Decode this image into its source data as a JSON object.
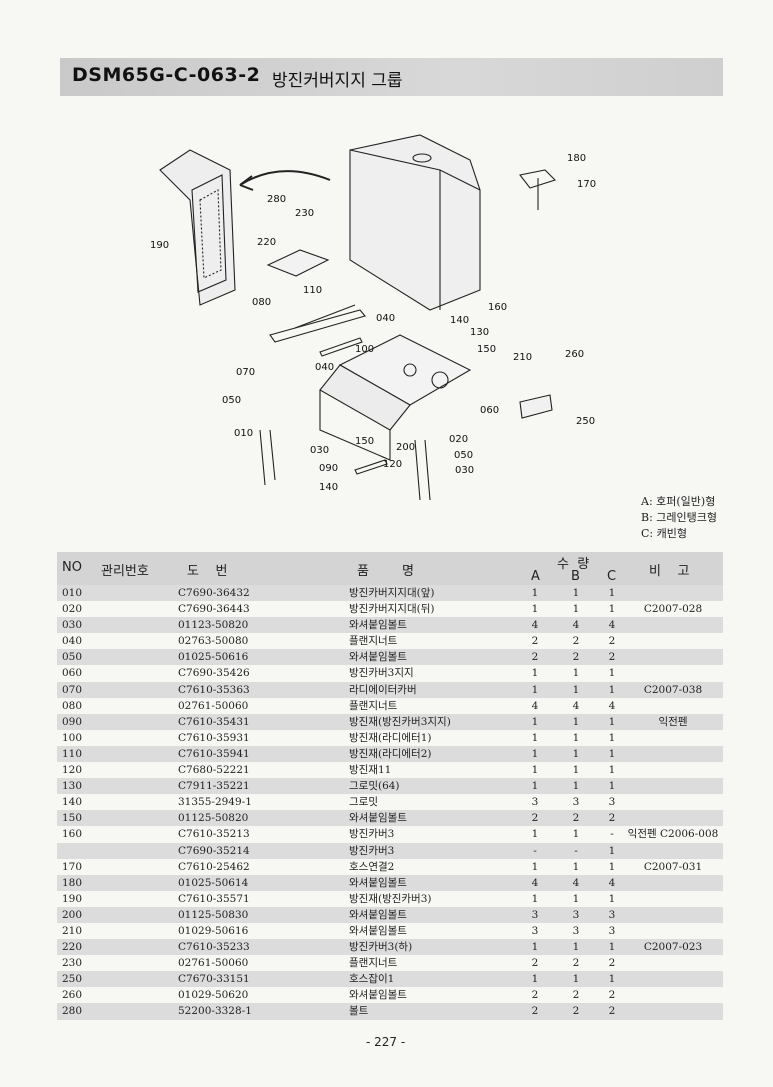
{
  "header": {
    "code": "DSM65G-C-063-2",
    "title": "방진커버지지 그룹"
  },
  "legend": [
    "A: 호퍼(일반)형",
    "B: 그레인탱크형",
    "C: 캐빈형"
  ],
  "table": {
    "headers": {
      "no": "NO",
      "mgmt": "관리번호",
      "part_no": "도    번",
      "name": "품        명",
      "qty": "수  량",
      "a": "A",
      "b": "B",
      "c": "C",
      "remarks": "비    고"
    },
    "rows": [
      {
        "no": "010",
        "part": "C7690-36432",
        "name": "방진카버지지대(앞)",
        "a": "1",
        "b": "1",
        "c": "1",
        "rem": ""
      },
      {
        "no": "020",
        "part": "C7690-36443",
        "name": "방진카버지지대(뒤)",
        "a": "1",
        "b": "1",
        "c": "1",
        "rem": "C2007-028"
      },
      {
        "no": "030",
        "part": "01123-50820",
        "name": "와셔붙임볼트",
        "a": "4",
        "b": "4",
        "c": "4",
        "rem": ""
      },
      {
        "no": "040",
        "part": "02763-50080",
        "name": "플랜지너트",
        "a": "2",
        "b": "2",
        "c": "2",
        "rem": ""
      },
      {
        "no": "050",
        "part": "01025-50616",
        "name": "와셔붙임볼트",
        "a": "2",
        "b": "2",
        "c": "2",
        "rem": ""
      },
      {
        "no": "060",
        "part": "C7690-35426",
        "name": "방진카버3지지",
        "a": "1",
        "b": "1",
        "c": "1",
        "rem": ""
      },
      {
        "no": "070",
        "part": "C7610-35363",
        "name": "라디에이터카버",
        "a": "1",
        "b": "1",
        "c": "1",
        "rem": "C2007-038"
      },
      {
        "no": "080",
        "part": "02761-50060",
        "name": "플랜지너트",
        "a": "4",
        "b": "4",
        "c": "4",
        "rem": ""
      },
      {
        "no": "090",
        "part": "C7610-35431",
        "name": "방진재(방진카버3지지)",
        "a": "1",
        "b": "1",
        "c": "1",
        "rem": "익전펜"
      },
      {
        "no": "100",
        "part": "C7610-35931",
        "name": "방진재(라디에터1)",
        "a": "1",
        "b": "1",
        "c": "1",
        "rem": ""
      },
      {
        "no": "110",
        "part": "C7610-35941",
        "name": "방진재(라디에터2)",
        "a": "1",
        "b": "1",
        "c": "1",
        "rem": ""
      },
      {
        "no": "120",
        "part": "C7680-52221",
        "name": "방진재11",
        "a": "1",
        "b": "1",
        "c": "1",
        "rem": ""
      },
      {
        "no": "130",
        "part": "C7911-35221",
        "name": "그로밋(64)",
        "a": "1",
        "b": "1",
        "c": "1",
        "rem": ""
      },
      {
        "no": "140",
        "part": "31355-2949-1",
        "name": "그로밋",
        "a": "3",
        "b": "3",
        "c": "3",
        "rem": ""
      },
      {
        "no": "150",
        "part": "01125-50820",
        "name": "와셔붙임볼트",
        "a": "2",
        "b": "2",
        "c": "2",
        "rem": ""
      },
      {
        "no": "160",
        "part": "C7610-35213",
        "name": "방진카버3",
        "a": "1",
        "b": "1",
        "c": "-",
        "rem": "익전펜 C2006-008"
      },
      {
        "no": "",
        "part": "C7690-35214",
        "name": "방진카버3",
        "a": "-",
        "b": "-",
        "c": "1",
        "rem": ""
      },
      {
        "no": "170",
        "part": "C7610-25462",
        "name": "호스연결2",
        "a": "1",
        "b": "1",
        "c": "1",
        "rem": "C2007-031"
      },
      {
        "no": "180",
        "part": "01025-50614",
        "name": "와셔붙임볼트",
        "a": "4",
        "b": "4",
        "c": "4",
        "rem": ""
      },
      {
        "no": "190",
        "part": "C7610-35571",
        "name": "방진재(방진카버3)",
        "a": "1",
        "b": "1",
        "c": "1",
        "rem": ""
      },
      {
        "no": "200",
        "part": "01125-50830",
        "name": "와셔붙임볼트",
        "a": "3",
        "b": "3",
        "c": "3",
        "rem": ""
      },
      {
        "no": "210",
        "part": "01029-50616",
        "name": "와셔붙임볼트",
        "a": "3",
        "b": "3",
        "c": "3",
        "rem": ""
      },
      {
        "no": "220",
        "part": "C7610-35233",
        "name": "방진카버3(하)",
        "a": "1",
        "b": "1",
        "c": "1",
        "rem": "C2007-023"
      },
      {
        "no": "230",
        "part": "02761-50060",
        "name": "플랜지너트",
        "a": "2",
        "b": "2",
        "c": "2",
        "rem": ""
      },
      {
        "no": "250",
        "part": "C7670-33151",
        "name": "호스잡이1",
        "a": "1",
        "b": "1",
        "c": "1",
        "rem": ""
      },
      {
        "no": "260",
        "part": "01029-50620",
        "name": "와셔붙임볼트",
        "a": "2",
        "b": "2",
        "c": "2",
        "rem": ""
      },
      {
        "no": "280",
        "part": "52200-3328-1",
        "name": "볼트",
        "a": "2",
        "b": "2",
        "c": "2",
        "rem": ""
      }
    ]
  },
  "diagram_labels": [
    "180",
    "170",
    "280",
    "230",
    "190",
    "220",
    "110",
    "080",
    "160",
    "040",
    "140",
    "130",
    "150",
    "100",
    "210",
    "260",
    "070",
    "040",
    "060",
    "050",
    "010",
    "250",
    "150",
    "030",
    "200",
    "020",
    "050",
    "090",
    "120",
    "030",
    "140"
  ],
  "page_number": "- 227 -"
}
